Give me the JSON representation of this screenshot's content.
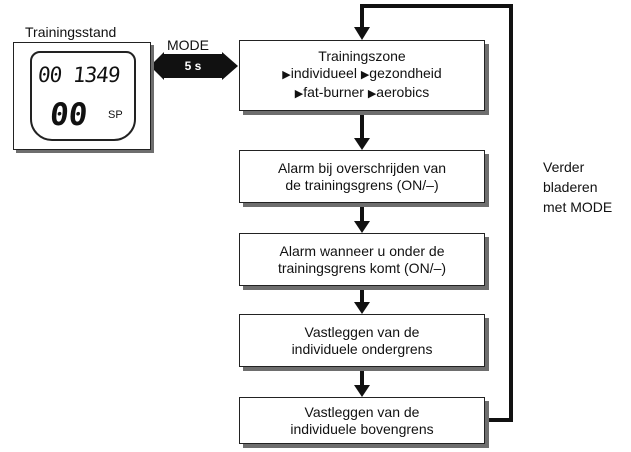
{
  "watch": {
    "title": "Trainingsstand",
    "display_top": "00 1349",
    "display_main": "00",
    "display_label": "SP"
  },
  "mode_key": {
    "label": "MODE",
    "duration": "5 s"
  },
  "steps": {
    "zone": {
      "title": "Trainingszone",
      "options": [
        "individueel",
        "gezondheid",
        "fat-burner",
        "aerobics"
      ],
      "bullet_icon": "triangle-right-icon"
    },
    "alarm_over": [
      "Alarm bij overschrijden van",
      "de trainingsgrens (ON/–)"
    ],
    "alarm_under": [
      "Alarm wanneer u onder de",
      "trainingsgrens komt  (ON/–)"
    ],
    "lower_limit": [
      "Vastleggen van de",
      "individuele ondergrens"
    ],
    "upper_limit": [
      "Vastleggen van de",
      "individuele bovengrens"
    ]
  },
  "loop_label": [
    "Verder",
    "bladeren",
    "met MODE"
  ]
}
